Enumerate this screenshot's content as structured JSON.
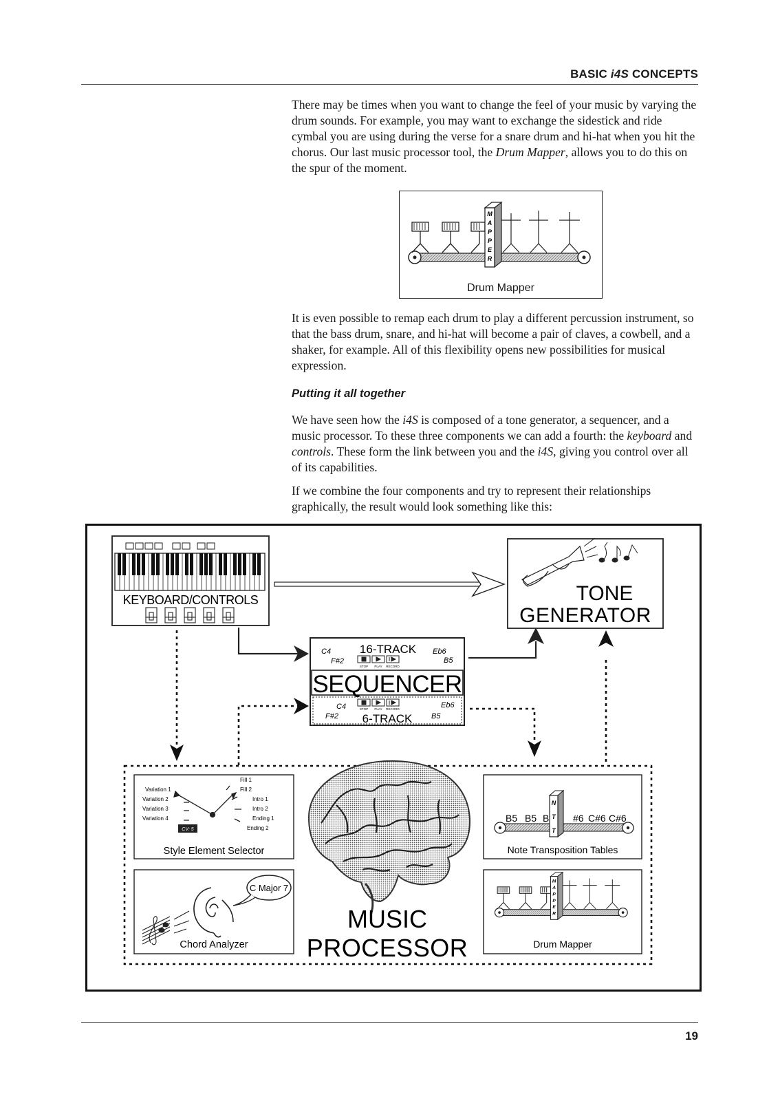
{
  "header": {
    "title_prefix": "BASIC ",
    "title_italic": "i4S",
    "title_suffix": " CONCEPTS"
  },
  "body": {
    "paragraph1": {
      "text_before": "There may be times when you want to change the feel of your music by varying the drum sounds. For example, you may want to exchange the sidestick and ride cymbal you are using during the verse for a snare drum and hi-hat when you hit the chorus. Our last music processor tool, the ",
      "italic": "Drum Mapper",
      "text_after": ", allows you to do this on the spur of the moment."
    },
    "figure1": {
      "caption": "Drum Mapper",
      "mapper_letters": [
        "M",
        "A",
        "P",
        "P",
        "E",
        "R"
      ]
    },
    "paragraph2": "It is even possible to remap each drum to play a different percussion instrument, so that the bass drum, snare, and hi-hat will become a pair of claves, a cowbell, and a shaker, for example. All of this flexibility opens new possibilities for musical expression.",
    "subheading": "Putting it all together",
    "paragraph3": {
      "t1": "We have seen how the ",
      "i1": "i4S",
      "t2": " is composed of a tone generator, a sequencer, and a music processor. To these three components we can add a fourth: the ",
      "i2": "keyboard",
      "t3": " and ",
      "i3": "controls",
      "t4": ". These form the link between you and the ",
      "i4": "i4S",
      "t5": ", giving you control over all of its capabilities."
    },
    "paragraph4": "If we combine the four components and try to represent their relationships graphically, the result would look something like this:"
  },
  "diagram": {
    "keyboard_label": "KEYBOARD/CONTROLS",
    "tone_generator": [
      "TONE",
      "GENERATOR"
    ],
    "sequencer": {
      "title": "SEQUENCER",
      "top_track": "16-TRACK",
      "bottom_track": "6-TRACK",
      "transport": [
        "STOP",
        "PLAY",
        "RECORD"
      ],
      "note_labels": [
        "C4",
        "F#2",
        "Eb6",
        "B5"
      ]
    },
    "style_selector": {
      "caption": "Style Element Selector",
      "left_items": [
        "Variation 1",
        "Variation 2",
        "Variation 3",
        "Variation 4"
      ],
      "right_items": [
        "Fill 1",
        "Fill 2",
        "Intro 1",
        "Intro 2",
        "Ending 1",
        "Ending 2"
      ],
      "display": "CV: 5"
    },
    "note_transposition": {
      "caption": "Note Transposition Tables",
      "notes_left": [
        "B5",
        "B5",
        "B"
      ],
      "notes_right": [
        "#6",
        "C#6",
        "C#6"
      ],
      "tag_letters": [
        "N",
        "T",
        "T"
      ]
    },
    "chord_analyzer": {
      "caption": "Chord Analyzer",
      "bubble": "C Major 7"
    },
    "drum_mapper": {
      "caption": "Drum Mapper",
      "mapper_letters": [
        "M",
        "A",
        "P",
        "P",
        "E",
        "R"
      ]
    },
    "music_processor": [
      "MUSIC",
      "PROCESSOR"
    ]
  },
  "footer": {
    "page_number": "19"
  }
}
